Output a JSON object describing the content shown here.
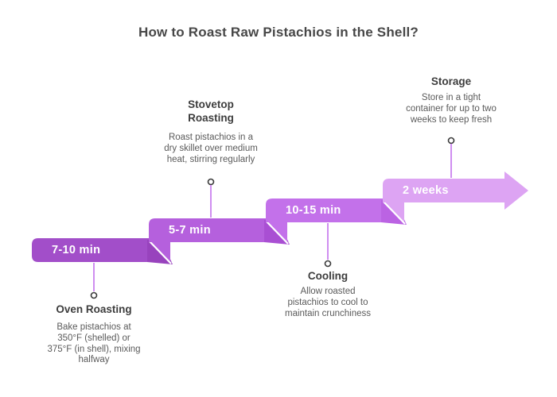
{
  "title": "How to Roast Raw Pistachios in the Shell?",
  "colors": {
    "bar1": "#a24ec9",
    "bar2": "#b560dd",
    "bar3": "#c371ea",
    "bar4": "#dda4f3",
    "fold1": "#9843bd",
    "fold2": "#a94fd3",
    "fold3": "#bb63e3",
    "connector": "#cf8ef0",
    "dot_stroke": "#3a3a3a",
    "title_text": "#474747",
    "heading_text": "#3d3d3d",
    "body_text": "#5a5a5a",
    "label_text": "#ffffff"
  },
  "steps": [
    {
      "duration": "7-10 min",
      "heading": "Oven Roasting",
      "description": "Bake pistachios at 350°F (shelled) or 375°F (in shell), mixing halfway",
      "text_position": "below"
    },
    {
      "duration": "5-7 min",
      "heading": "Stovetop Roasting",
      "description": "Roast pistachios in a dry skillet over medium heat, stirring regularly",
      "text_position": "above"
    },
    {
      "duration": "10-15 min",
      "heading": "Cooling",
      "description": "Allow roasted pistachios to cool to maintain crunchiness",
      "text_position": "below"
    },
    {
      "duration": "2 weeks",
      "heading": "Storage",
      "description": "Store in a tight container for up to two weeks to keep fresh",
      "text_position": "above"
    }
  ]
}
